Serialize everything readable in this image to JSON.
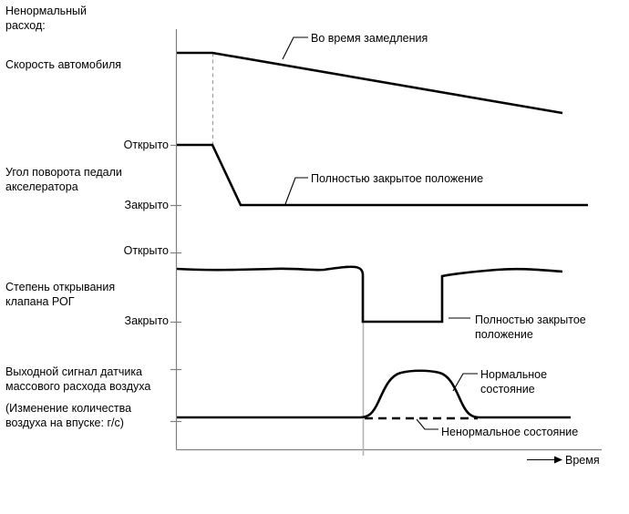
{
  "title": {
    "line1": "Ненормальный",
    "line2": "расход:"
  },
  "sections": [
    {
      "id": "vehicle-speed",
      "row_label": "Скорость автомобиля",
      "y_ticks": [],
      "annotation": "Во время замедления"
    },
    {
      "id": "accelerator-pedal-angle",
      "row_label_line1": "Угол поворота педали",
      "row_label_line2": "акселератора",
      "y_ticks": [
        {
          "label": "Открыто"
        },
        {
          "label": "Закрыто"
        }
      ],
      "annotation": "Полностью закрытое положение"
    },
    {
      "id": "egr-valve-opening",
      "row_label_line1": "Степень открывания",
      "row_label_line2": "клапана РОГ",
      "y_ticks": [
        {
          "label": "Открыто"
        },
        {
          "label": "Закрыто"
        }
      ],
      "annotation_line1": "Полностью закрытое",
      "annotation_line2": "положение"
    },
    {
      "id": "maf-sensor-output",
      "row_label_line1": "Выходной сигнал датчика",
      "row_label_line2": "массового расхода воздуха",
      "row_label_line3": "(Изменение количества",
      "row_label_line4": "воздуха на впуске: г/с)",
      "y_ticks": [],
      "annotation_normal_line1": "Нормальное",
      "annotation_normal_line2": "состояние",
      "annotation_abnormal": "Ненормальное состояние"
    }
  ],
  "x_axis": {
    "label": "Время"
  },
  "colors": {
    "line": "#000000",
    "axis": "#808080",
    "guide": "#b4b4b4",
    "background": "#ffffff"
  },
  "chart_data": {
    "type": "line",
    "title": "Ненормальный расход:",
    "xlabel": "Время",
    "grid": false,
    "legend": "annotations",
    "panels": [
      {
        "name": "Скорость автомобиля",
        "ylabel": "Скорость автомобиля",
        "ytick_labels": [],
        "series": [
          {
            "name": "Во время замедления",
            "style": "solid",
            "points": [
              [
                0,
                1.0
              ],
              [
                0.09,
                1.0
              ],
              [
                1.0,
                0.55
              ]
            ]
          }
        ]
      },
      {
        "name": "Угол поворота педали акселератора",
        "ylabel": "Угол поворота педали акселератора",
        "ytick_labels": [
          "Открыто",
          "Закрыто"
        ],
        "series": [
          {
            "name": "Полностью закрытое положение",
            "style": "solid",
            "points": [
              [
                0,
                1.0
              ],
              [
                0.09,
                1.0
              ],
              [
                0.165,
                0.0
              ],
              [
                1.0,
                0.0
              ]
            ]
          }
        ]
      },
      {
        "name": "Степень открывания клапана РОГ",
        "ylabel": "Степень открывания клапана РОГ",
        "ytick_labels": [
          "Открыто",
          "Закрыто"
        ],
        "series": [
          {
            "name": "Полностью закрытое положение",
            "style": "solid",
            "points": [
              [
                0,
                0.9
              ],
              [
                0.2,
                0.88
              ],
              [
                0.35,
                0.9
              ],
              [
                0.42,
                0.87
              ],
              [
                0.46,
                0.9
              ],
              [
                0.49,
                0.88
              ],
              [
                0.5,
                0.0
              ],
              [
                0.64,
                0.0
              ],
              [
                0.645,
                0.92
              ],
              [
                0.78,
                0.95
              ],
              [
                0.88,
                0.9
              ],
              [
                1.0,
                0.9
              ]
            ]
          }
        ]
      },
      {
        "name": "Выходной сигнал датчика массового расхода воздуха",
        "ylabel": "(Изменение количества воздуха на впуске: г/с)",
        "ytick_labels": [],
        "series": [
          {
            "name": "Нормальное состояние",
            "style": "solid",
            "points": [
              [
                0,
                0.08
              ],
              [
                0.47,
                0.08
              ],
              [
                0.53,
                0.55
              ],
              [
                0.6,
                0.78
              ],
              [
                0.7,
                0.78
              ],
              [
                0.77,
                0.5
              ],
              [
                0.82,
                0.08
              ],
              [
                1.0,
                0.08
              ]
            ]
          },
          {
            "name": "Ненормальное состояние",
            "style": "dashed",
            "points": [
              [
                0.49,
                0.08
              ],
              [
                0.82,
                0.08
              ]
            ]
          }
        ]
      }
    ]
  }
}
